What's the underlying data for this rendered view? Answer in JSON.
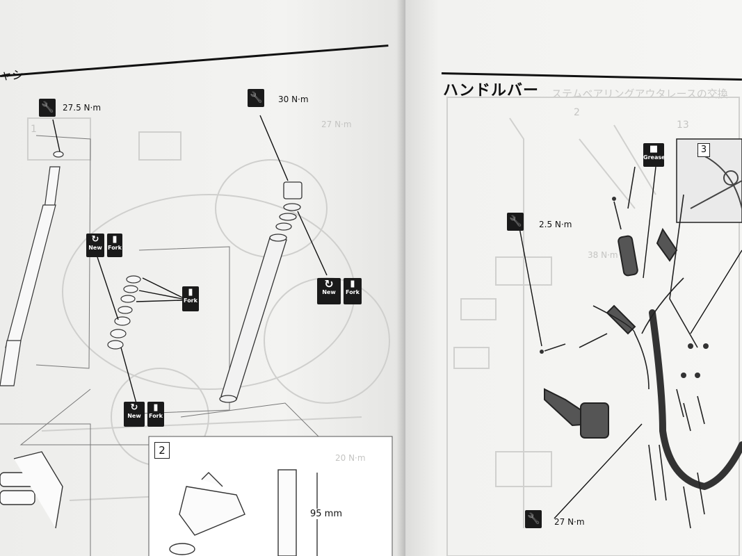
{
  "left_page": {
    "header_fragment": "ャシ",
    "torque_1": "27.5 N·m",
    "torque_2": "30 N·m",
    "faint_torque": "27 N·m",
    "badge_new": "New",
    "badge_fork": "Fork",
    "step_box": "2",
    "dimension": "95 mm",
    "faint_box": "1",
    "faint_torque_2": "20 N·m"
  },
  "right_page": {
    "title": "ハンドルバー",
    "faint_subtitle": "ステムベアリングアウタレースの交換",
    "torque_1": "2.5 N·m",
    "torque_2": "27 N·m",
    "faint_torque": "38 N·m",
    "badge_grease": "Grease",
    "step_box": "3",
    "faint_box_1": "2",
    "faint_box_2": "13"
  },
  "colors": {
    "ink": "#111111",
    "paper": "#f4f4f2",
    "faint": "#c9c9c7"
  }
}
